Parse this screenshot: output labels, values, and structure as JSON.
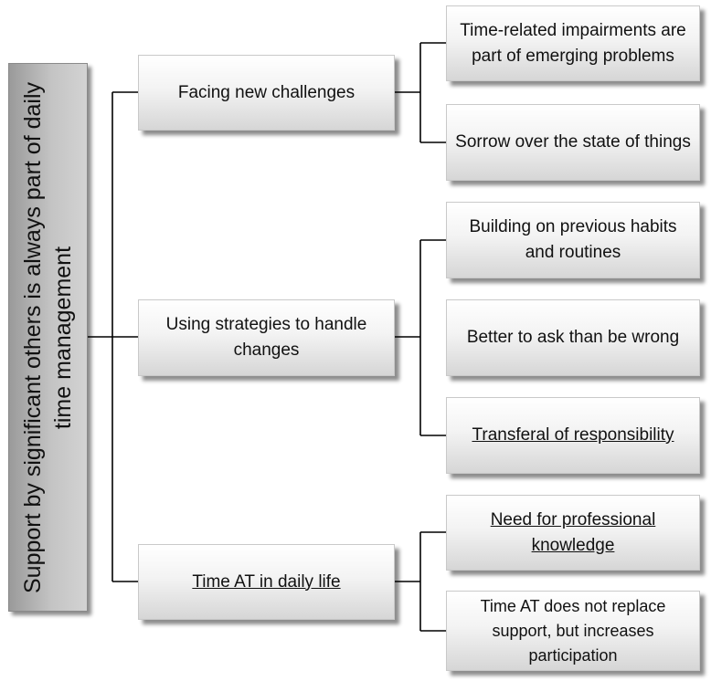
{
  "root": {
    "label": "Support by significant others is always part of daily time management"
  },
  "themes": [
    {
      "label": "Facing new challenges",
      "subthemes": [
        {
          "label": "Time-related impairments are part of emerging problems"
        },
        {
          "label": "Sorrow over the state of things"
        }
      ]
    },
    {
      "label": "Using strategies to handle changes",
      "subthemes": [
        {
          "label": "Building on previous habits and routines"
        },
        {
          "label": "Better to ask than be wrong"
        },
        {
          "label": "Transferal of responsibility"
        }
      ]
    },
    {
      "label": "Time AT in daily life",
      "subthemes": [
        {
          "label": "Need for professional knowledge"
        },
        {
          "label": "Time AT does not replace support, but increases participation"
        }
      ]
    }
  ]
}
